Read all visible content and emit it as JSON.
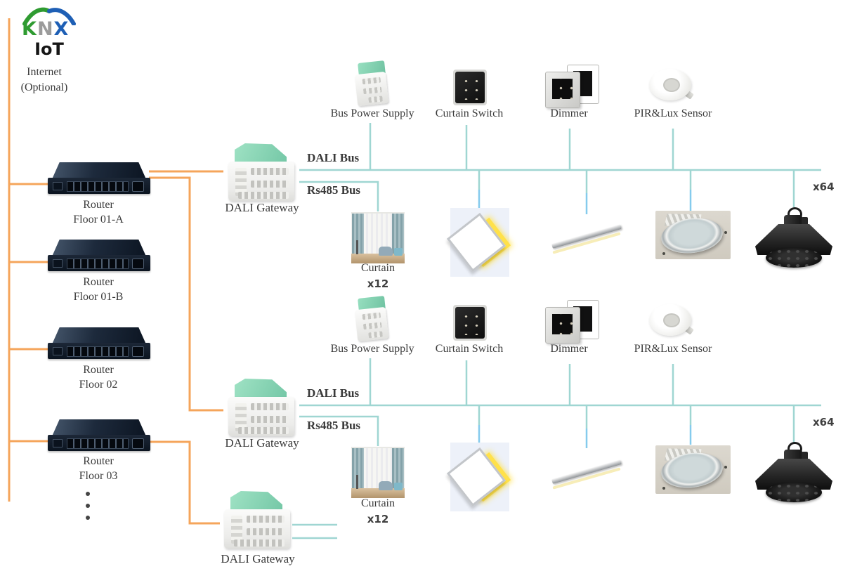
{
  "logo": {
    "letters": {
      "k": "K",
      "n": "N",
      "x": "X"
    },
    "iot": "IoT",
    "internet_line1": "Internet",
    "internet_line2": "(Optional)"
  },
  "colors": {
    "orange_line": "#F5A55B",
    "teal_line": "#9FD6D2",
    "blue_drop": "#85CBED",
    "knx_green": "#2F9B31",
    "knx_blue": "#1E5FB5",
    "knx_gray": "#9B9B9B",
    "text": "#3A3A3A",
    "gateway_mint": "#85CDB0",
    "panel_yellow": "#FFE14A"
  },
  "routers": [
    {
      "name": "Router",
      "floor": "Floor 01-A"
    },
    {
      "name": "Router",
      "floor": "Floor 01-B"
    },
    {
      "name": "Router",
      "floor": "Floor 02"
    },
    {
      "name": "Router",
      "floor": "Floor 03"
    }
  ],
  "gateways": [
    {
      "label": "DALI Gateway"
    },
    {
      "label": "DALI Gateway"
    },
    {
      "label": "DALI Gateway"
    }
  ],
  "segments": [
    {
      "dali_bus": "DALI Bus",
      "rs485_bus": "Rs485 Bus",
      "multiplier": "x64",
      "devices": [
        {
          "label": "Bus Power Supply"
        },
        {
          "label": "Curtain Switch"
        },
        {
          "label": "Dimmer"
        },
        {
          "label": "PIR&Lux Sensor"
        }
      ],
      "curtain": {
        "label": "Curtain",
        "count": "x12"
      }
    },
    {
      "dali_bus": "DALI Bus",
      "rs485_bus": "Rs485 Bus",
      "multiplier": "x64",
      "devices": [
        {
          "label": "Bus Power Supply"
        },
        {
          "label": "Curtain Switch"
        },
        {
          "label": "Dimmer"
        },
        {
          "label": "PIR&Lux Sensor"
        }
      ],
      "curtain": {
        "label": "Curtain",
        "count": "x12"
      }
    }
  ]
}
